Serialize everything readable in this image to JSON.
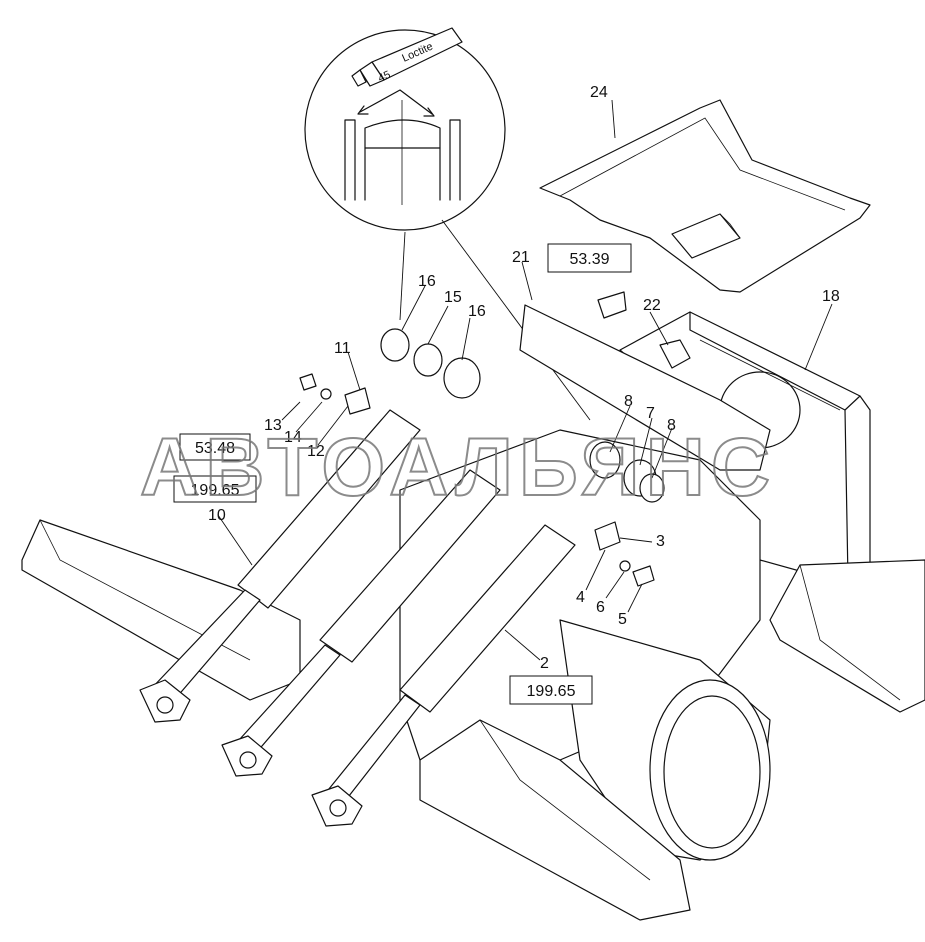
{
  "watermark": "АВТОАЛЬЯНС",
  "detail_view": {
    "tube_brand": "Loctite",
    "tube_code": "45"
  },
  "callouts": {
    "c2": "2",
    "c3": "3",
    "c4": "4",
    "c5": "5",
    "c6": "6",
    "c7": "7",
    "c8a": "8",
    "c8b": "8",
    "c10": "10",
    "c11": "11",
    "c12": "12",
    "c13": "13",
    "c14": "14",
    "c15": "15",
    "c16a": "16",
    "c16b": "16",
    "c18": "18",
    "c21": "21",
    "c22": "22",
    "c24": "24"
  },
  "references": {
    "ref_5339": "53.39",
    "ref_5348": "53.48",
    "ref_19965_left": "199.65",
    "ref_19965_bottom": "199.65"
  }
}
